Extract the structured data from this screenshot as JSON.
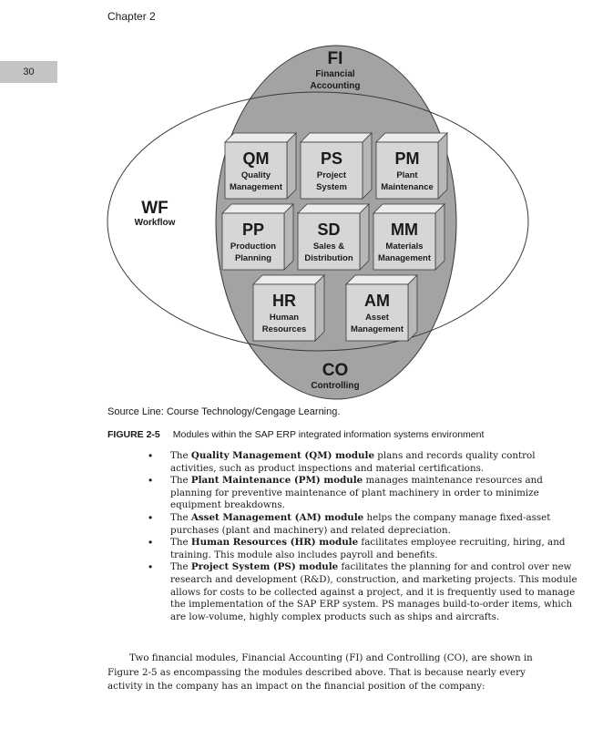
{
  "header": {
    "chapter": "Chapter 2",
    "page_number": "30"
  },
  "diagram": {
    "fi": {
      "abbr": "FI",
      "line1": "Financial",
      "line2": "Accounting"
    },
    "co": {
      "abbr": "CO",
      "line1": "Controlling"
    },
    "wf": {
      "abbr": "WF",
      "line1": "Workflow"
    },
    "modules": [
      {
        "abbr": "QM",
        "line1": "Quality",
        "line2": "Management"
      },
      {
        "abbr": "PS",
        "line1": "Project",
        "line2": "System"
      },
      {
        "abbr": "PM",
        "line1": "Plant",
        "line2": "Maintenance"
      },
      {
        "abbr": "PP",
        "line1": "Production",
        "line2": "Planning"
      },
      {
        "abbr": "SD",
        "line1": "Sales &",
        "line2": "Distribution"
      },
      {
        "abbr": "MM",
        "line1": "Materials",
        "line2": "Management"
      },
      {
        "abbr": "HR",
        "line1": "Human",
        "line2": "Resources"
      },
      {
        "abbr": "AM",
        "line1": "Asset",
        "line2": "Management"
      }
    ],
    "colors": {
      "fi_fill": "#a3a3a3",
      "box_face": "#d6d6d6",
      "box_top": "#ececec",
      "box_side": "#b7b7b7"
    }
  },
  "source_line": "Source Line: Course Technology/Cengage Learning.",
  "figure": {
    "label": "FIGURE 2-5",
    "caption": "Modules within the SAP ERP integrated information systems environment"
  },
  "bullets": [
    {
      "pre": "The ",
      "term": "Quality Management (QM) module",
      "post": " plans and records quality control activities, such as product inspections and material certifications."
    },
    {
      "pre": "The ",
      "term": "Plant Maintenance (PM) module",
      "post": " manages maintenance resources and planning for preventive maintenance of plant machinery in order to minimize equipment breakdowns."
    },
    {
      "pre": "The ",
      "term": "Asset Management (AM) module",
      "post": " helps the company manage fixed-asset purchases (plant and machinery) and related depreciation."
    },
    {
      "pre": "The ",
      "term": "Human Resources (HR) module",
      "post": " facilitates employee recruiting, hiring, and training. This module also includes payroll and benefits."
    },
    {
      "pre": "The ",
      "term": "Project System (PS) module",
      "post": " facilitates the planning for and control over new research and development (R&D), construction, and marketing projects. This module allows for costs to be collected against a project, and it is frequently used to manage the implementation of the SAP ERP system. PS manages build-to-order items, which are low-volume, highly complex products such as ships and aircrafts."
    }
  ],
  "paragraph": "Two financial modules, Financial Accounting (FI) and Controlling (CO), are shown in Figure 2-5 as encompassing the modules described above. That is because nearly every activity in the company has an impact on the financial position of the company:"
}
